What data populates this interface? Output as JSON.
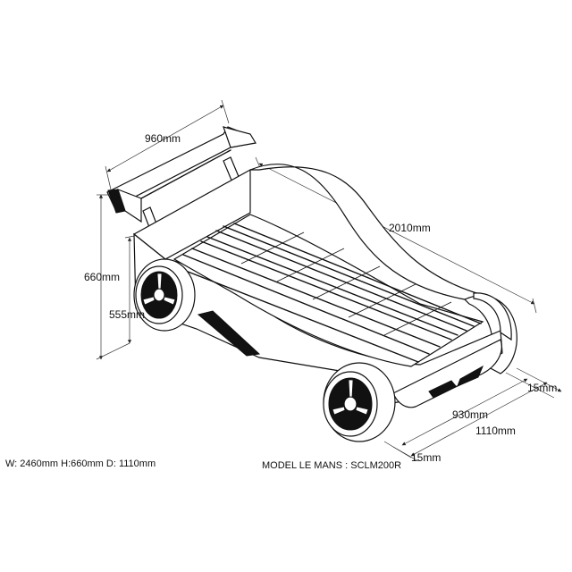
{
  "title": "MODEL LE MANS : SCLM200R",
  "overall_dimensions": "W: 2460mm H:660mm D: 1110mm",
  "dimensions": {
    "spoiler_width": "960mm",
    "bed_length": "2010mm",
    "overall_height": "660mm",
    "side_height": "555mm",
    "front_margin_right": "15mm",
    "inner_width": "930mm",
    "outer_width": "1110mm",
    "front_margin_bottom": "15mm"
  }
}
